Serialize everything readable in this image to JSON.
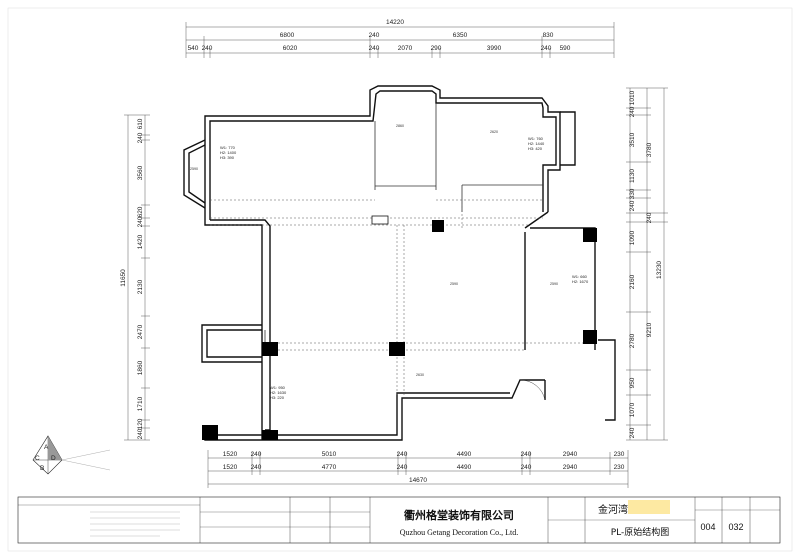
{
  "dims_top": {
    "overall": "14220",
    "row2": [
      "6800",
      "240",
      "6350",
      "830"
    ],
    "row3": [
      "540",
      "240",
      "6020",
      "240",
      "2070",
      "290",
      "3990",
      "240",
      "590"
    ]
  },
  "dims_bottom": {
    "row1": [
      "1520",
      "240",
      "5010",
      "240",
      "4490",
      "240",
      "2940",
      "230"
    ],
    "row2": [
      "1520",
      "240",
      "4770",
      "240",
      "4490",
      "240",
      "2940",
      "230"
    ],
    "overall": "14670"
  },
  "dims_left": {
    "overall": "11650",
    "row": [
      "610",
      "240",
      "3560",
      "620",
      "240",
      "1420",
      "2130",
      "2470",
      "1860",
      "1710",
      "120",
      "240"
    ]
  },
  "dims_right": {
    "overall": "13230",
    "row1": [
      "1010",
      "240",
      "3510",
      "1130",
      "330",
      "240",
      "1090",
      "2160",
      "2780",
      "950",
      "1070",
      "240"
    ],
    "row2": [
      "3780",
      "240",
      "9210"
    ]
  },
  "rooms": [
    {
      "w": "W1: 770",
      "h2": "H2: 1400",
      "h3": "H3: 390"
    },
    {
      "w": "W1: 760",
      "h2": "H2: 1440",
      "h3": "H3: 420"
    },
    {
      "w": "W1: 660",
      "h2": "H2: 1670",
      "h3": ""
    },
    {
      "w": "W1: 950",
      "h2": "H2: 1630",
      "h3": "H3: 220"
    }
  ],
  "ceiling_heights": [
    "2860",
    "2620",
    "2590",
    "2590",
    "2630",
    "2590"
  ],
  "compass": {
    "a": "A",
    "b": "B",
    "c": "C",
    "d": "D"
  },
  "title_block": {
    "company_cn": "衢州格堂装饰有限公司",
    "company_en": "Quzhou Getang Decoration Co., Ltd.",
    "project_name": "金河湾",
    "drawing_title": "PL-原始结构图",
    "drawing_no": "004",
    "sheet_no": "032"
  },
  "colors": {
    "wall": "#111111",
    "column": "#000000",
    "line": "#333333",
    "highlight": "#fde9a2"
  }
}
